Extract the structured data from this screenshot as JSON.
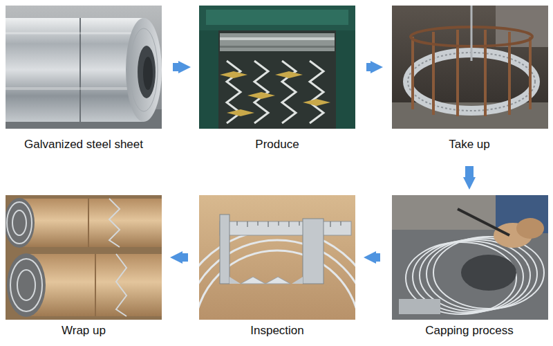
{
  "diagram": {
    "nodes": [
      {
        "text": [
          "Galvanized steel sheet"
        ]
      },
      {
        "text": [
          "Produce"
        ]
      },
      {
        "text": [
          "Take up"
        ]
      },
      {
        "text": [
          "Wrap up"
        ]
      },
      {
        "text": [
          "Inspection"
        ]
      },
      {
        "text": [
          "Capping process"
        ]
      }
    ],
    "edges": [
      {
        "from": 0,
        "to": 1,
        "arrow": "to"
      },
      {
        "from": 1,
        "to": 2,
        "arrow": "to"
      },
      {
        "from": 2,
        "to": 5,
        "arrow": "to"
      },
      {
        "from": 5,
        "to": 4,
        "arrow": "to"
      },
      {
        "from": 4,
        "to": 3,
        "arrow": "to"
      }
    ]
  }
}
